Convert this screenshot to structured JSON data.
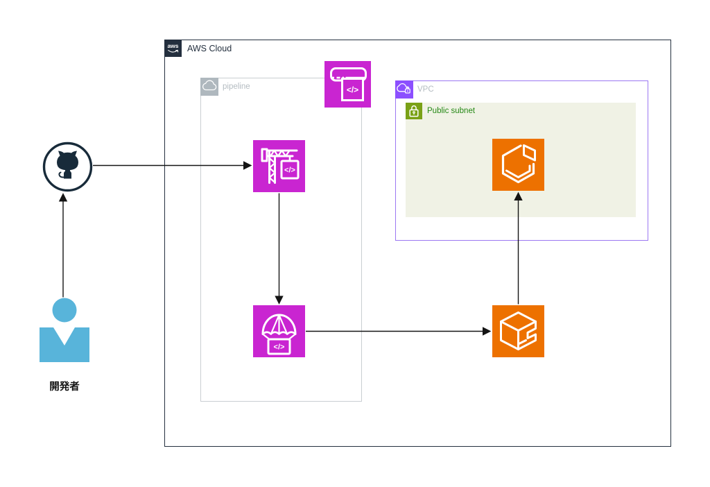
{
  "groups": {
    "aws_cloud": {
      "label": "AWS Cloud",
      "logo_text": "aws"
    },
    "pipeline": {
      "label": "pipeline"
    },
    "vpc": {
      "label": "VPC"
    },
    "public_subnet": {
      "label": "Public subnet"
    }
  },
  "nodes": {
    "github": {
      "icon": "github-icon"
    },
    "developer": {
      "label": "開発者",
      "icon": "user-icon"
    },
    "codepipeline": {
      "icon": "codepipeline-icon",
      "code_glyph": "</>"
    },
    "codebuild": {
      "icon": "codebuild-icon",
      "code_glyph": "</>"
    },
    "codedeploy": {
      "icon": "codedeploy-icon",
      "code_glyph": "</>"
    },
    "ecs": {
      "icon": "ecs-container-icon"
    },
    "ecr": {
      "icon": "ecr-registry-icon"
    }
  },
  "flows": [
    "developer -> github",
    "github -> codebuild",
    "codebuild -> codedeploy",
    "codedeploy -> ecr",
    "ecr -> ecs"
  ],
  "colors": {
    "dev_tools_magenta": "#C925D1",
    "containers_orange": "#ED7100",
    "vpc_purple": "#8C4FFF",
    "subnet_green_icon": "#7AA116",
    "subnet_green_text": "#248814",
    "subnet_fill": "#F0F2E5",
    "aws_dark": "#232F3E",
    "group_label_gray": "#B4BCC1",
    "person_blue": "#58B4DA",
    "github_navy": "#182B3A",
    "arrow_black": "#141414"
  }
}
